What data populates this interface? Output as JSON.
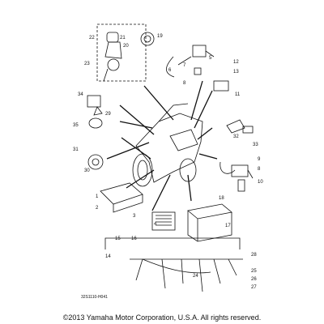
{
  "diagram": {
    "part_numbers": [
      "1",
      "2",
      "3",
      "4",
      "5",
      "6",
      "7",
      "8",
      "9",
      "10",
      "11",
      "12",
      "13",
      "14",
      "15",
      "16",
      "17",
      "18",
      "19",
      "20",
      "21",
      "22",
      "23",
      "24",
      "25",
      "26",
      "27",
      "28",
      "29",
      "30",
      "31",
      "32",
      "33",
      "34",
      "35"
    ],
    "reference_code": "32S1110-H041"
  },
  "footer": {
    "copyright": "©2013 Yamaha Motor Corporation, U.S.A. All rights reserved."
  }
}
